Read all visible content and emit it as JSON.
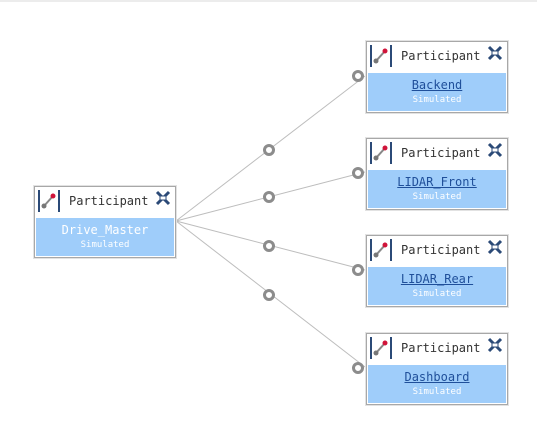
{
  "colors": {
    "header_bg": "#ffffff",
    "body_bg": "#9fcdfa",
    "link_text": "#1f4f9a",
    "connector": "#bdbdbd",
    "port": "#8c8c8c"
  },
  "icons": {
    "participant": "participant-icon",
    "close": "close-x-icon",
    "port": "port-ring-icon"
  },
  "master": {
    "type": "Participant",
    "name": "Drive_Master",
    "status": "Simulated"
  },
  "participants": [
    {
      "type": "Participant",
      "name": "Backend",
      "status": "Simulated"
    },
    {
      "type": "Participant",
      "name": "LIDAR_Front",
      "status": "Simulated"
    },
    {
      "type": "Participant",
      "name": "LIDAR_Rear",
      "status": "Simulated"
    },
    {
      "type": "Participant",
      "name": "Dashboard",
      "status": "Simulated"
    }
  ]
}
